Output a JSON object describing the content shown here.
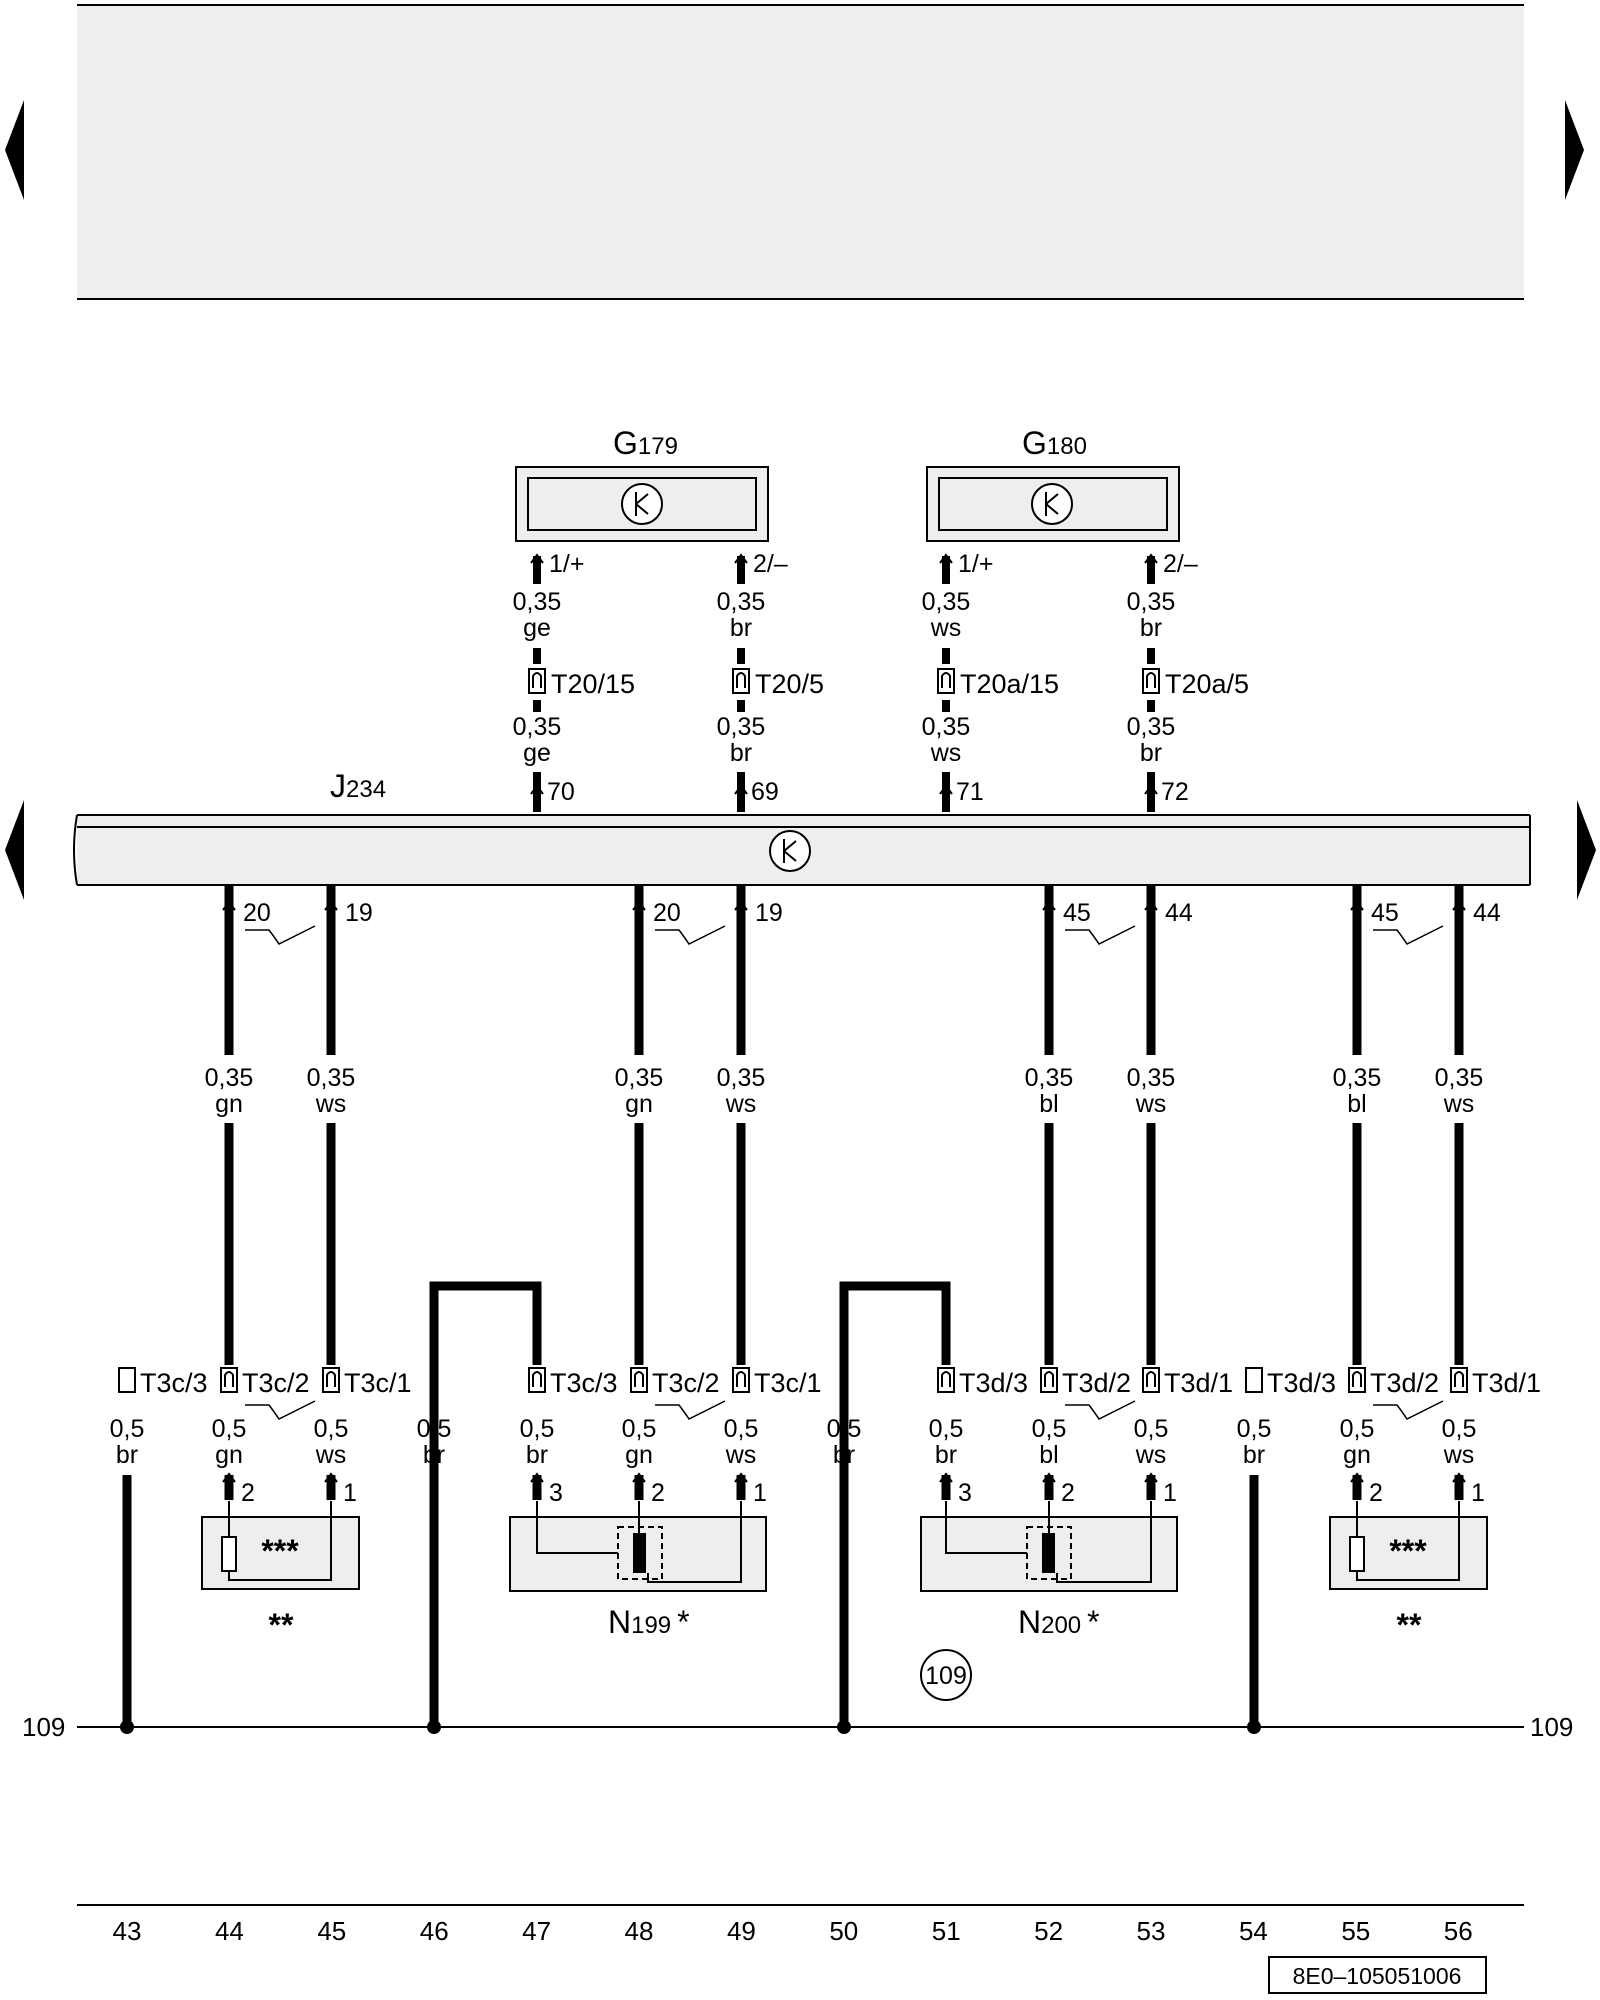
{
  "page": {
    "doc_code": "8E0–105051006",
    "ground_label": "109",
    "ground_circle": "109"
  },
  "column_numbers": [
    "43",
    "44",
    "45",
    "46",
    "47",
    "48",
    "49",
    "50",
    "51",
    "52",
    "53",
    "54",
    "55",
    "56"
  ],
  "components": {
    "g179": {
      "base": "G",
      "sub": "179"
    },
    "g180": {
      "base": "G",
      "sub": "180"
    },
    "j234": {
      "base": "J",
      "sub": "234"
    },
    "n199": {
      "base": "N",
      "sub": "199",
      "mark": "*"
    },
    "n200": {
      "base": "N",
      "sub": "200",
      "mark": "*"
    },
    "res_left": {
      "inner": "***",
      "below": "**"
    },
    "res_right": {
      "inner": "***",
      "below": "**"
    }
  },
  "top_wires": [
    {
      "sensor_pin": "1/+",
      "upper_gauge": "0,35",
      "upper_color": "ge",
      "connector": "T20/15",
      "lower_gauge": "0,35",
      "lower_color": "ge",
      "j234_pin": "70"
    },
    {
      "sensor_pin": "2/–",
      "upper_gauge": "0,35",
      "upper_color": "br",
      "connector": "T20/5",
      "lower_gauge": "0,35",
      "lower_color": "br",
      "j234_pin": "69"
    },
    {
      "sensor_pin": "1/+",
      "upper_gauge": "0,35",
      "upper_color": "ws",
      "connector": "T20a/15",
      "lower_gauge": "0,35",
      "lower_color": "ws",
      "j234_pin": "71"
    },
    {
      "sensor_pin": "2/–",
      "upper_gauge": "0,35",
      "upper_color": "br",
      "connector": "T20a/5",
      "lower_gauge": "0,35",
      "lower_color": "br",
      "j234_pin": "72"
    }
  ],
  "bottom_wires": [
    {
      "j234_pin": "20",
      "gauge": "0,35",
      "color": "gn"
    },
    {
      "j234_pin": "19",
      "gauge": "0,35",
      "color": "ws"
    },
    {
      "j234_pin": "20",
      "gauge": "0,35",
      "color": "gn"
    },
    {
      "j234_pin": "19",
      "gauge": "0,35",
      "color": "ws"
    },
    {
      "j234_pin": "45",
      "gauge": "0,35",
      "color": "bl"
    },
    {
      "j234_pin": "44",
      "gauge": "0,35",
      "color": "ws"
    },
    {
      "j234_pin": "45",
      "gauge": "0,35",
      "color": "bl"
    },
    {
      "j234_pin": "44",
      "gauge": "0,35",
      "color": "ws"
    }
  ],
  "lower_connectors": [
    {
      "connector": "T3c/3",
      "gauge": "0,5",
      "color": "br",
      "pin": ""
    },
    {
      "connector": "T3c/2",
      "gauge": "0,5",
      "color": "gn",
      "pin": "2"
    },
    {
      "connector": "T3c/1",
      "gauge": "0,5",
      "color": "ws",
      "pin": "1"
    },
    {
      "connector": "",
      "gauge": "0,5",
      "color": "br",
      "pin": ""
    },
    {
      "connector": "T3c/3",
      "gauge": "0,5",
      "color": "br",
      "pin": "3"
    },
    {
      "connector": "T3c/2",
      "gauge": "0,5",
      "color": "gn",
      "pin": "2"
    },
    {
      "connector": "T3c/1",
      "gauge": "0,5",
      "color": "ws",
      "pin": "1"
    },
    {
      "connector": "",
      "gauge": "0,5",
      "color": "br",
      "pin": ""
    },
    {
      "connector": "T3d/3",
      "gauge": "0,5",
      "color": "br",
      "pin": "3"
    },
    {
      "connector": "T3d/2",
      "gauge": "0,5",
      "color": "bl",
      "pin": "2"
    },
    {
      "connector": "T3d/1",
      "gauge": "0,5",
      "color": "ws",
      "pin": "1"
    },
    {
      "connector": "T3d/3",
      "gauge": "0,5",
      "color": "br",
      "pin": ""
    },
    {
      "connector": "T3d/2",
      "gauge": "0,5",
      "color": "gn",
      "pin": "2"
    },
    {
      "connector": "T3d/1",
      "gauge": "0,5",
      "color": "ws",
      "pin": "1"
    }
  ]
}
